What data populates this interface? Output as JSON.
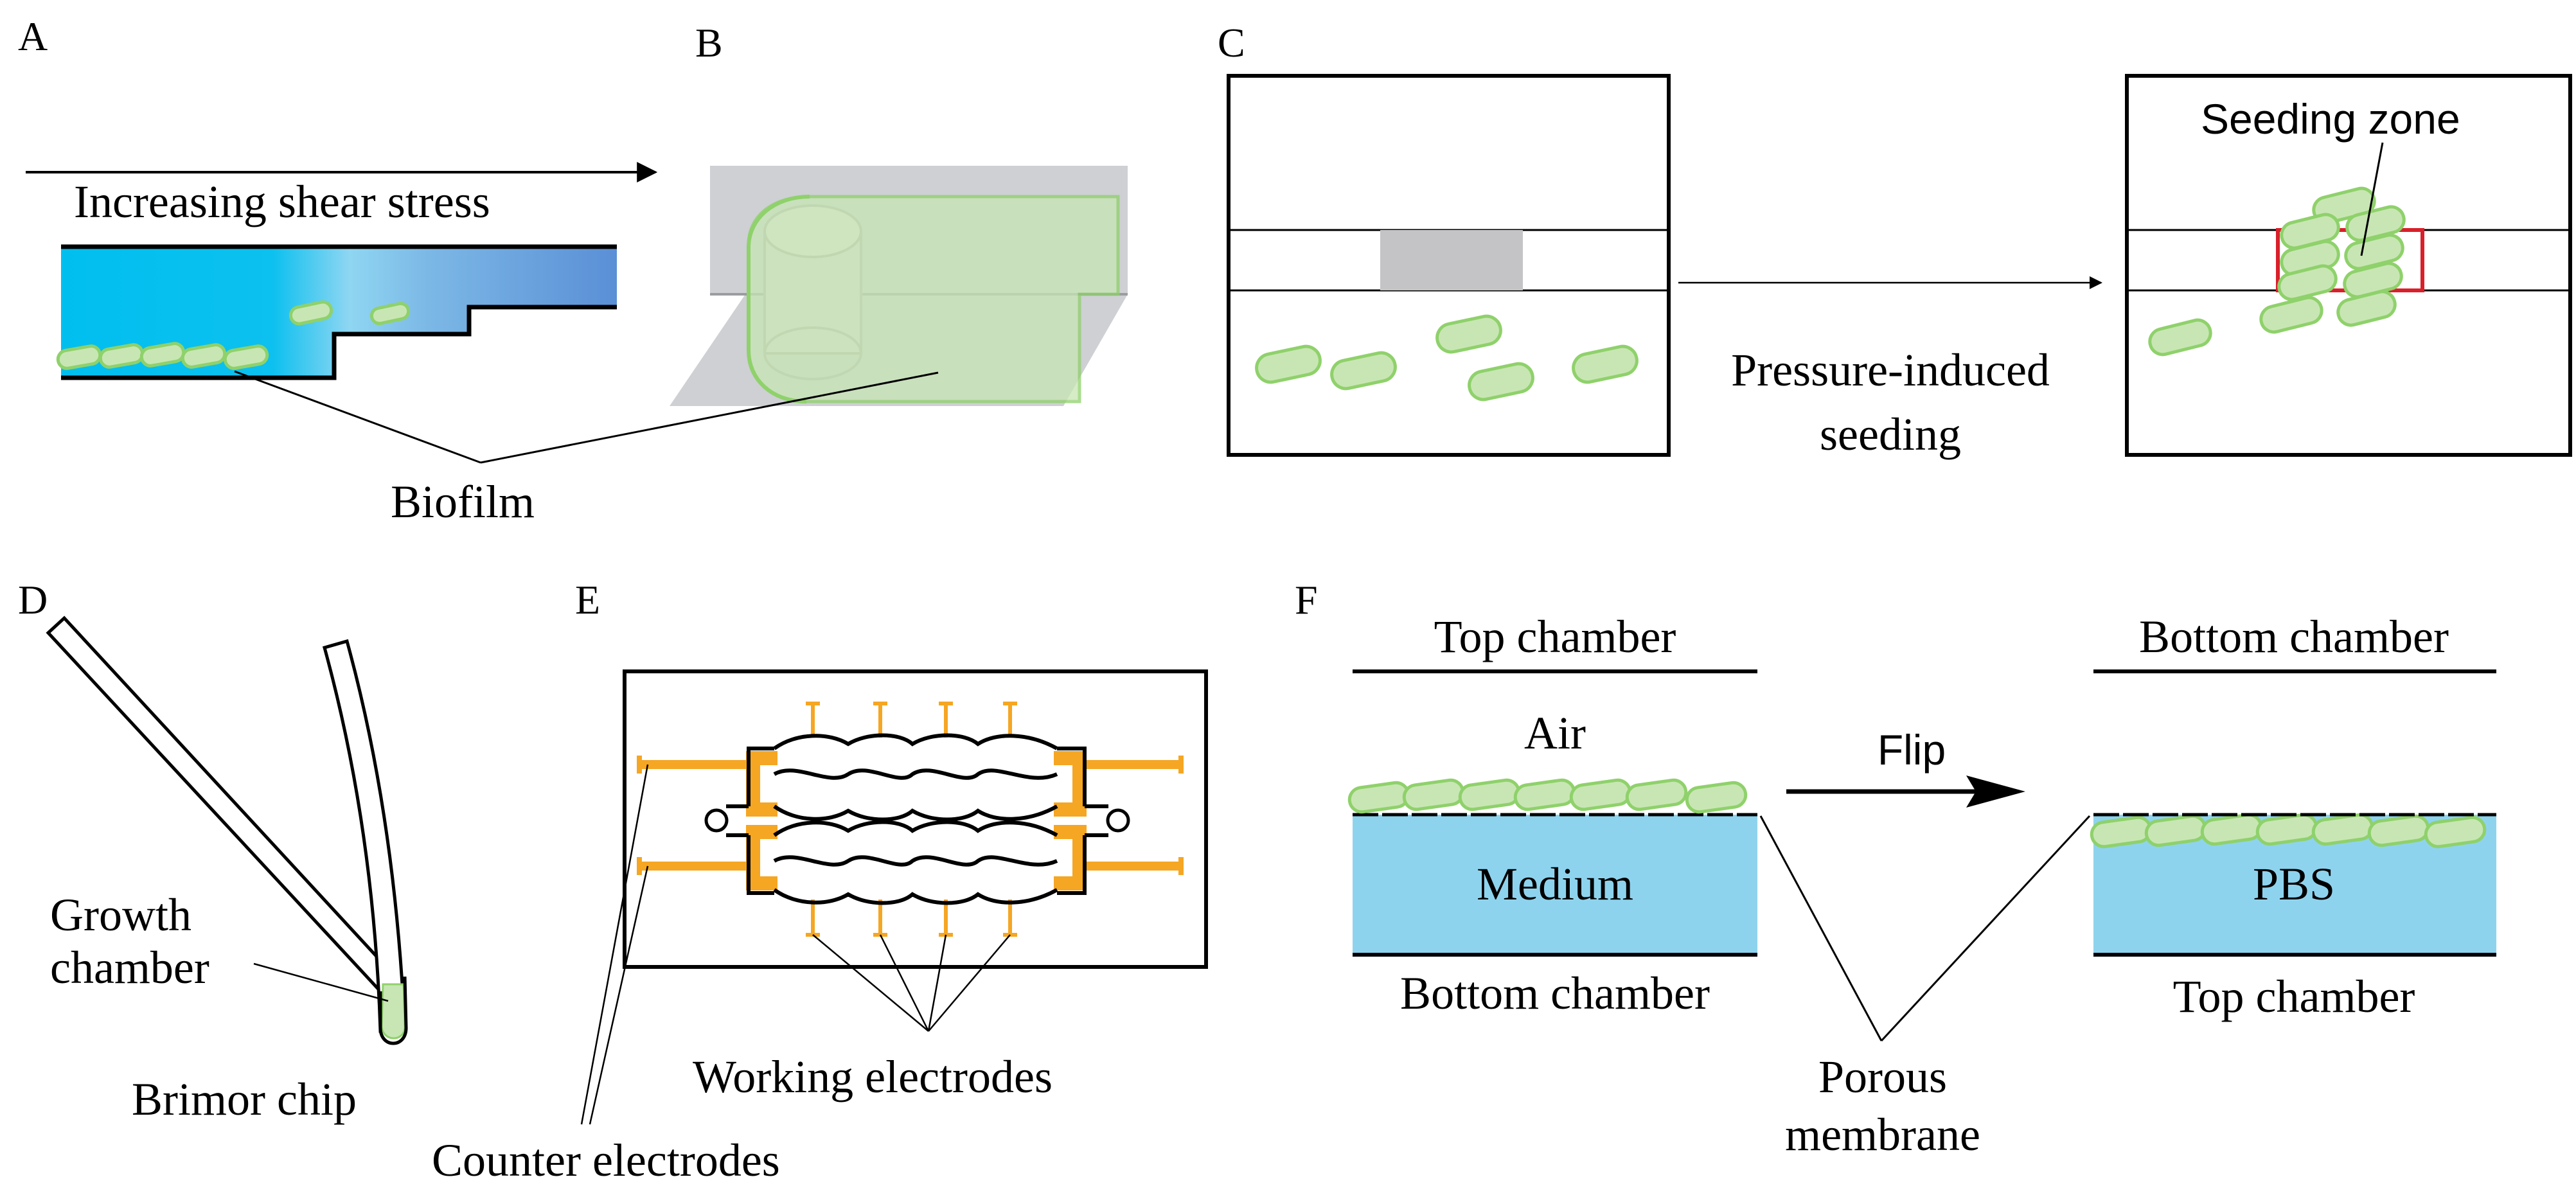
{
  "panels": {
    "a": {
      "letter": "A",
      "arrow_label": "Increasing shear stress",
      "biofilm_label": "Biofilm"
    },
    "b": {
      "letter": "B"
    },
    "c": {
      "letter": "C",
      "arrow_label_line1": "Pressure-induced",
      "arrow_label_line2": "seeding",
      "seeding_zone_label": "Seeding zone"
    },
    "d": {
      "letter": "D",
      "growth_label_line1": "Growth",
      "growth_label_line2": "chamber",
      "chip_label": "Brimor chip"
    },
    "e": {
      "letter": "E",
      "working_label": "Working electrodes",
      "counter_label": "Counter electrodes"
    },
    "f": {
      "letter": "F",
      "left_top_label": "Top chamber",
      "left_air_label": "Air",
      "left_medium_label": "Medium",
      "left_bottom_label": "Bottom chamber",
      "flip_label": "Flip",
      "right_top_label": "Bottom chamber",
      "right_pbs_label": "PBS",
      "right_bottom_label": "Top chamber",
      "membrane_line1": "Porous",
      "membrane_line2": "membrane"
    }
  },
  "colors": {
    "cell_fill": "#c8e6b4",
    "cell_stroke": "#8fd16b",
    "channel_cyan": "#00bfef",
    "channel_blue": "#5a8fd6",
    "liquid_blue": "#8ed3ee",
    "electrode_orange": "#f5a623",
    "seeding_red": "#d9202a",
    "chip_gray": "#c6c8cc",
    "block_gray": "#c4c4c6"
  }
}
